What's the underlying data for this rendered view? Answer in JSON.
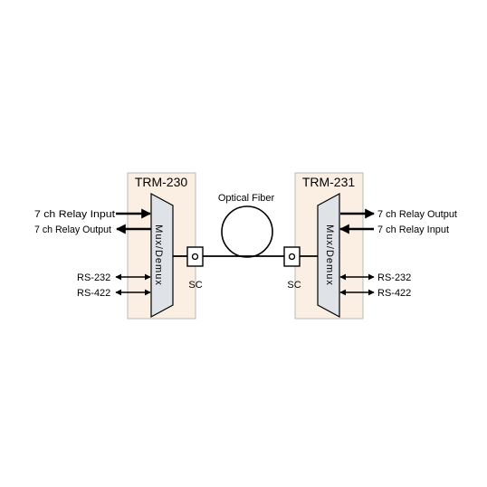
{
  "colors": {
    "panel_fill": "#fbefe3",
    "panel_stroke": "#b9b9b9",
    "mux_fill": "#dfe2e6",
    "line": "#000000"
  },
  "left_unit": {
    "title": "TRM-230",
    "mux_label": "Mux/Demux",
    "connector_label": "SC",
    "signals": {
      "relay_in": "7 ch Relay Input",
      "relay_out": "7 ch Relay Output",
      "rs232": "RS-232",
      "rs422": "RS-422"
    }
  },
  "right_unit": {
    "title": "TRM-231",
    "mux_label": "Mux/Demux",
    "connector_label": "SC",
    "signals": {
      "relay_out": "7 ch Relay Output",
      "relay_in": "7 ch Relay Input",
      "rs232": "RS-232",
      "rs422": "RS-422"
    }
  },
  "fiber": {
    "label": "Optical Fiber"
  }
}
